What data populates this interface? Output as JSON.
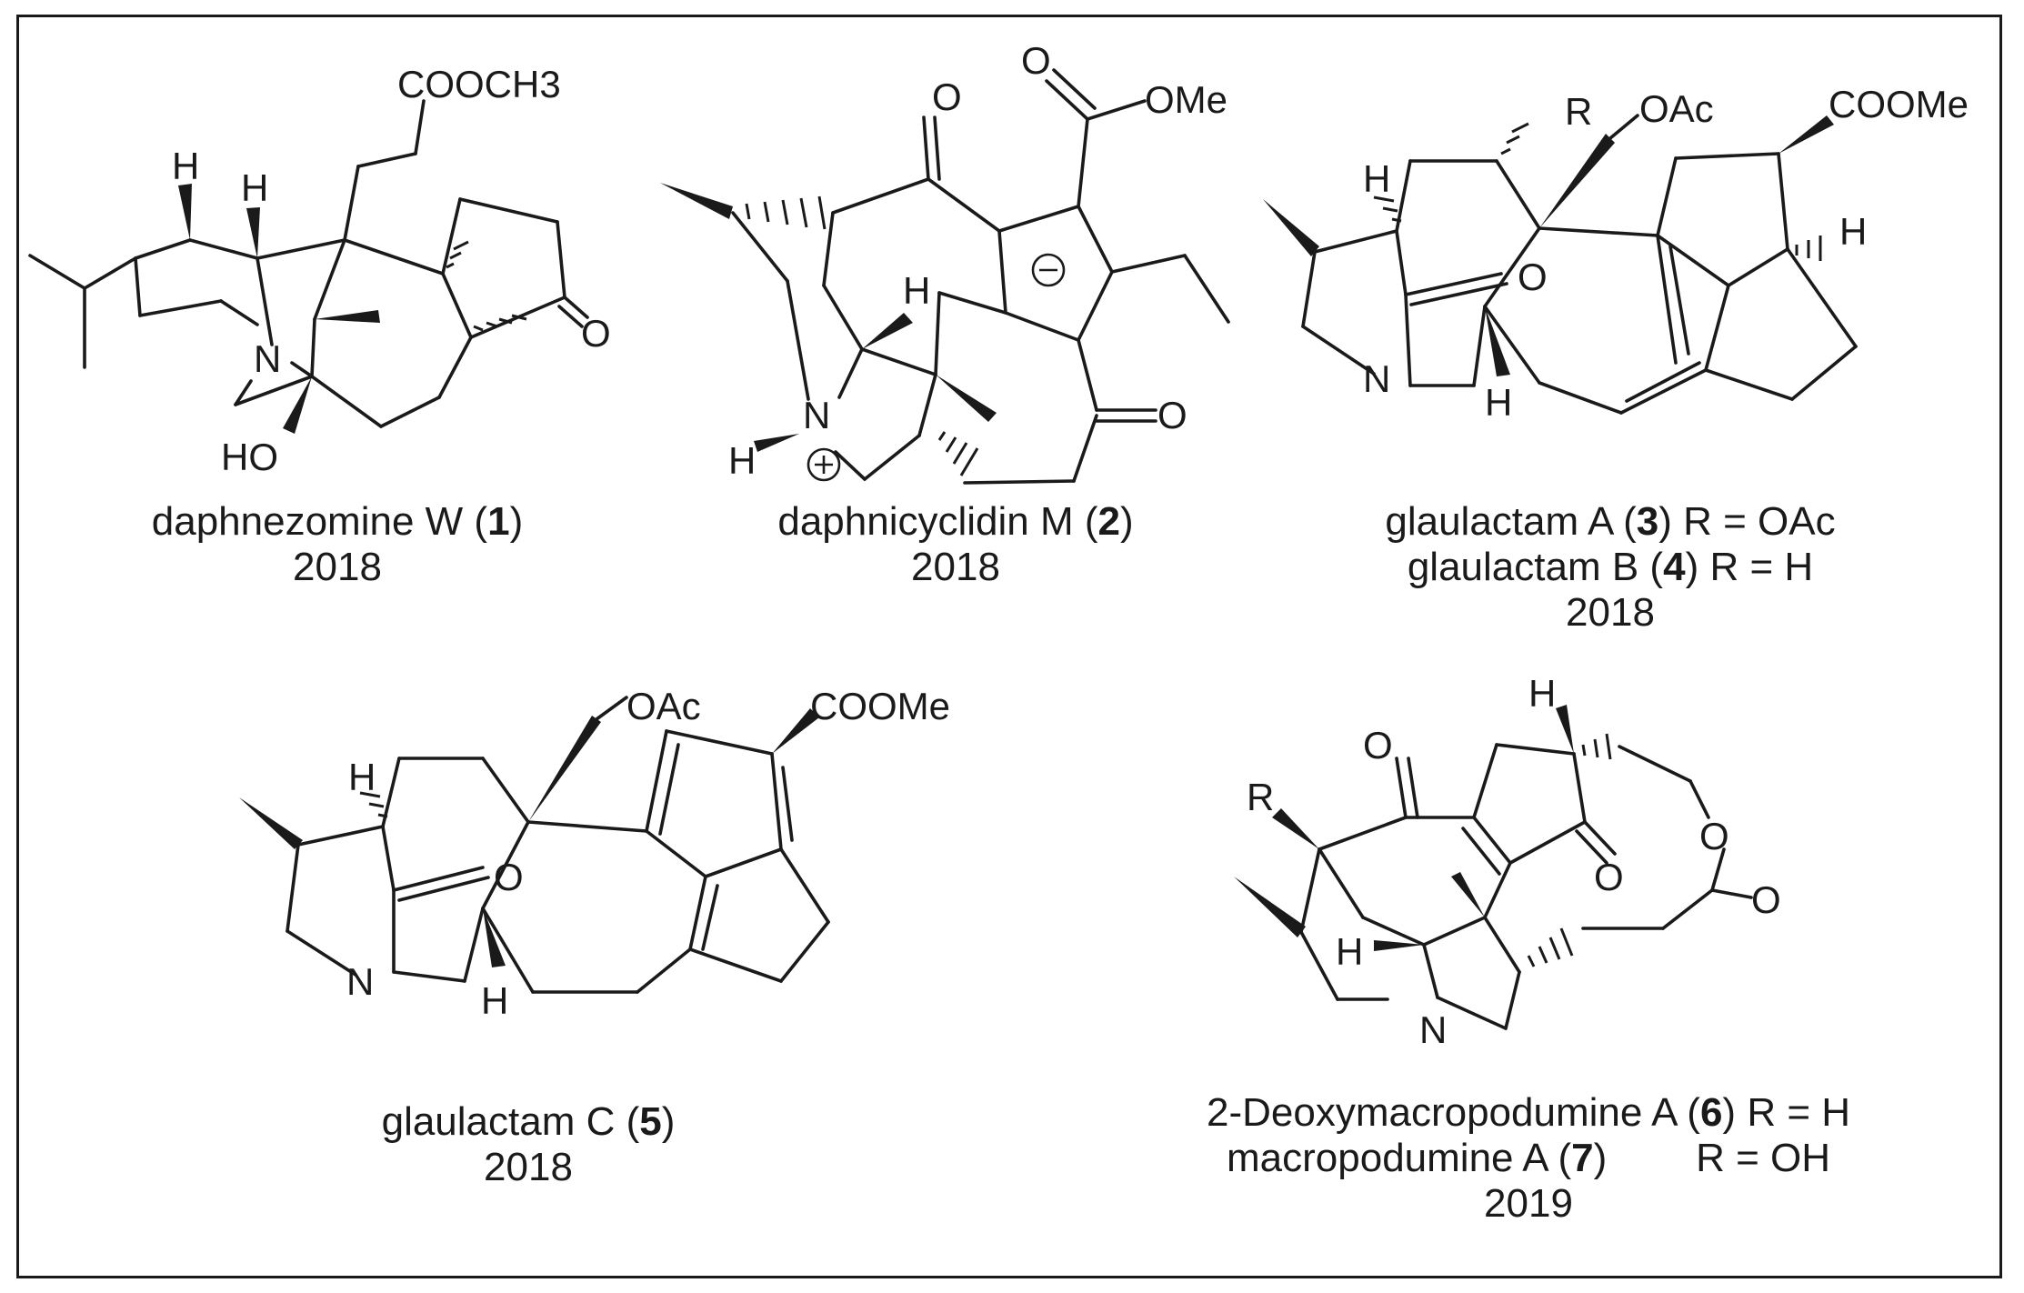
{
  "compounds": [
    {
      "name": "daphnezomine W",
      "number": "1",
      "year": "2018",
      "labels": {
        "ester": "COOCH3",
        "h1": "H",
        "h2": "H",
        "n": "N",
        "oh": "HO",
        "o": "O"
      }
    },
    {
      "name": "daphnicyclidin M",
      "number": "2",
      "year": "2018",
      "labels": {
        "ketone1": "O",
        "ome": "OMe",
        "o_ester": "O",
        "h": "H",
        "n": "N",
        "nh": "H",
        "ketone2": "O"
      }
    },
    {
      "name_a": "glaulactam A",
      "number_a": "3",
      "r_a": "R = OAc",
      "name_b": "glaulactam B",
      "number_b": "4",
      "r_b": "R = H",
      "year": "2018",
      "labels": {
        "r": "R",
        "oac": "OAc",
        "coome": "COOMe",
        "h1": "H",
        "o": "O",
        "h2": "H",
        "n": "N",
        "h3": "H"
      }
    },
    {
      "name": "glaulactam C",
      "number": "5",
      "year": "2018",
      "labels": {
        "oac": "OAc",
        "coome": "COOMe",
        "h1": "H",
        "o": "O",
        "n": "N",
        "h2": "H"
      }
    },
    {
      "name_a": "2-Deoxymacropodumine A",
      "number_a": "6",
      "r_a": "R = H",
      "name_b": "macropodumine A",
      "number_b": "7",
      "r_b": "R = OH",
      "year": "2019",
      "labels": {
        "h1": "H",
        "o1": "O",
        "r": "R",
        "o2": "O",
        "o3": "O",
        "o4": "O",
        "h2": "H",
        "n": "N"
      }
    }
  ]
}
